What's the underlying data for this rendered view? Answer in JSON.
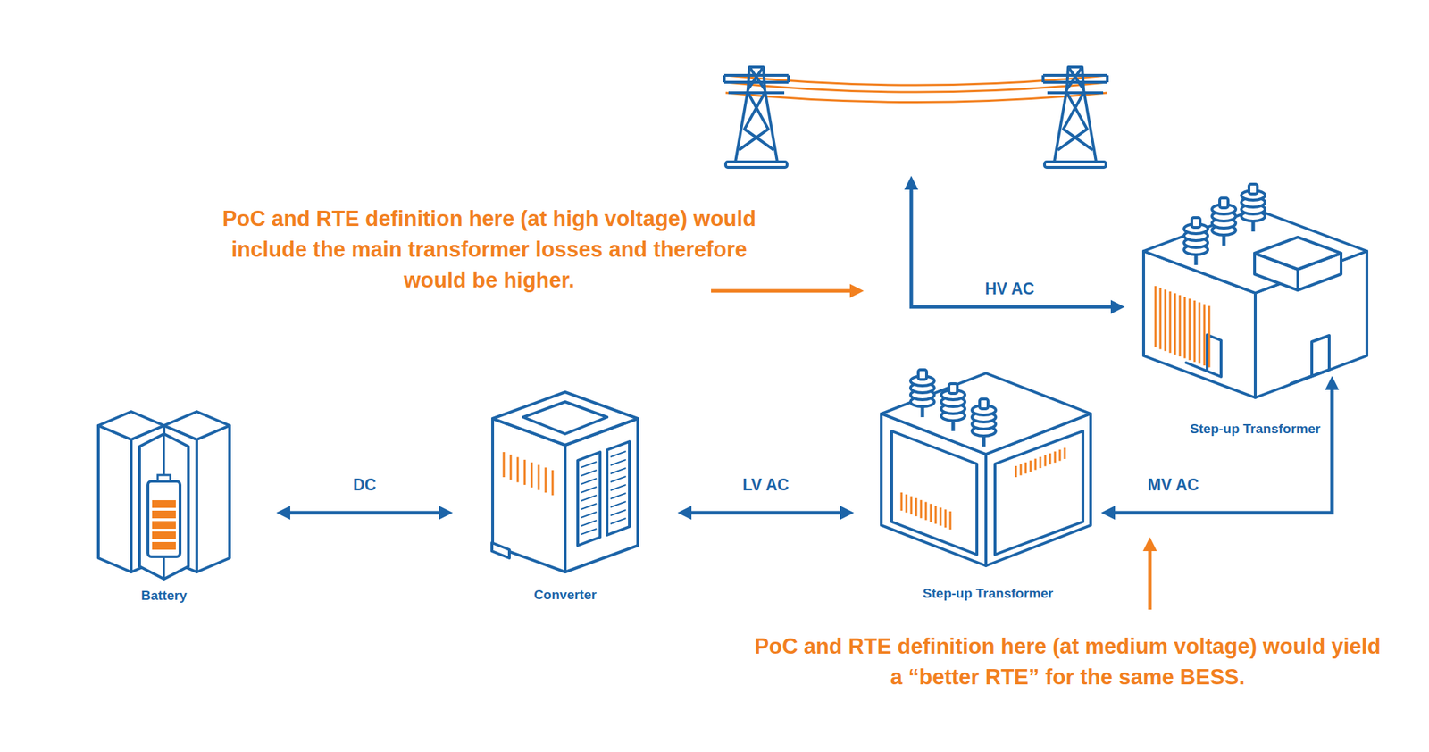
{
  "diagram": {
    "nodes": [
      {
        "text": [
          "Battery"
        ]
      },
      {
        "text": [
          "Converter"
        ]
      },
      {
        "text": [
          "Step-up Transformer"
        ]
      },
      {
        "text": [
          "Step-up Transformer"
        ]
      }
    ],
    "edges": [
      {
        "from": 0,
        "to": 1,
        "label": "DC",
        "arrow": "both"
      },
      {
        "from": 1,
        "to": 2,
        "label": "LV AC",
        "arrow": "both"
      },
      {
        "from": 2,
        "to": 3,
        "label": "MV AC",
        "arrow": "both"
      }
    ],
    "labels": [
      "HV AC",
      "PoC and RTE definition here (at high voltage) would include the main transformer losses and therefore would be higher.",
      "PoC and RTE definition here (at medium voltage) would yield a “better RTE” for the same BESS."
    ]
  }
}
